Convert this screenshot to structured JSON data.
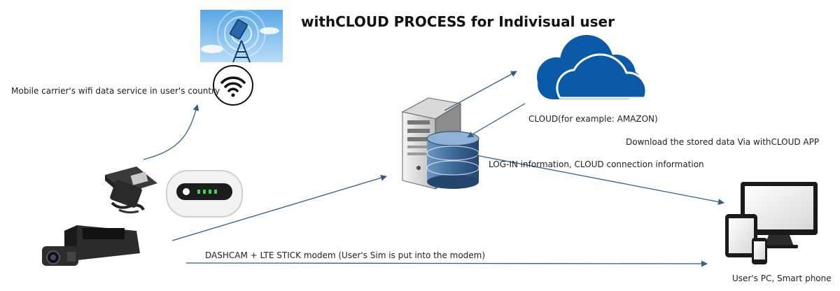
{
  "diagram": {
    "title": "withCLOUD PROCESS for Indivisual user",
    "labels": {
      "mobile_carrier": "Mobile carrier's wifi data service in user's country",
      "cloud": "CLOUD(for example: AMAZON)",
      "download": "Download the stored data Via withCLOUD APP",
      "login": "LOG-IN information, CLOUD connection information",
      "dashcam": "DASHCAM + LTE STICK modem (User's Sim is put into the modem)",
      "user_devices": "User's PC, Smart phone"
    },
    "icons": {
      "cell_tower": "cell-tower-icon",
      "wifi": "wifi-icon",
      "cloud": "cloud-icon",
      "server": "server-icon",
      "database": "database-icon",
      "lte_modem": "lte-stick-modem-icon",
      "mobile_router": "mobile-wifi-router-icon",
      "dashcam": "dashcam-icon",
      "devices": "pc-tablet-phone-icon"
    },
    "colors": {
      "arrow": "#2f5f8a",
      "cloud": "#0a5aa8",
      "database": "#3d6a9a"
    }
  }
}
